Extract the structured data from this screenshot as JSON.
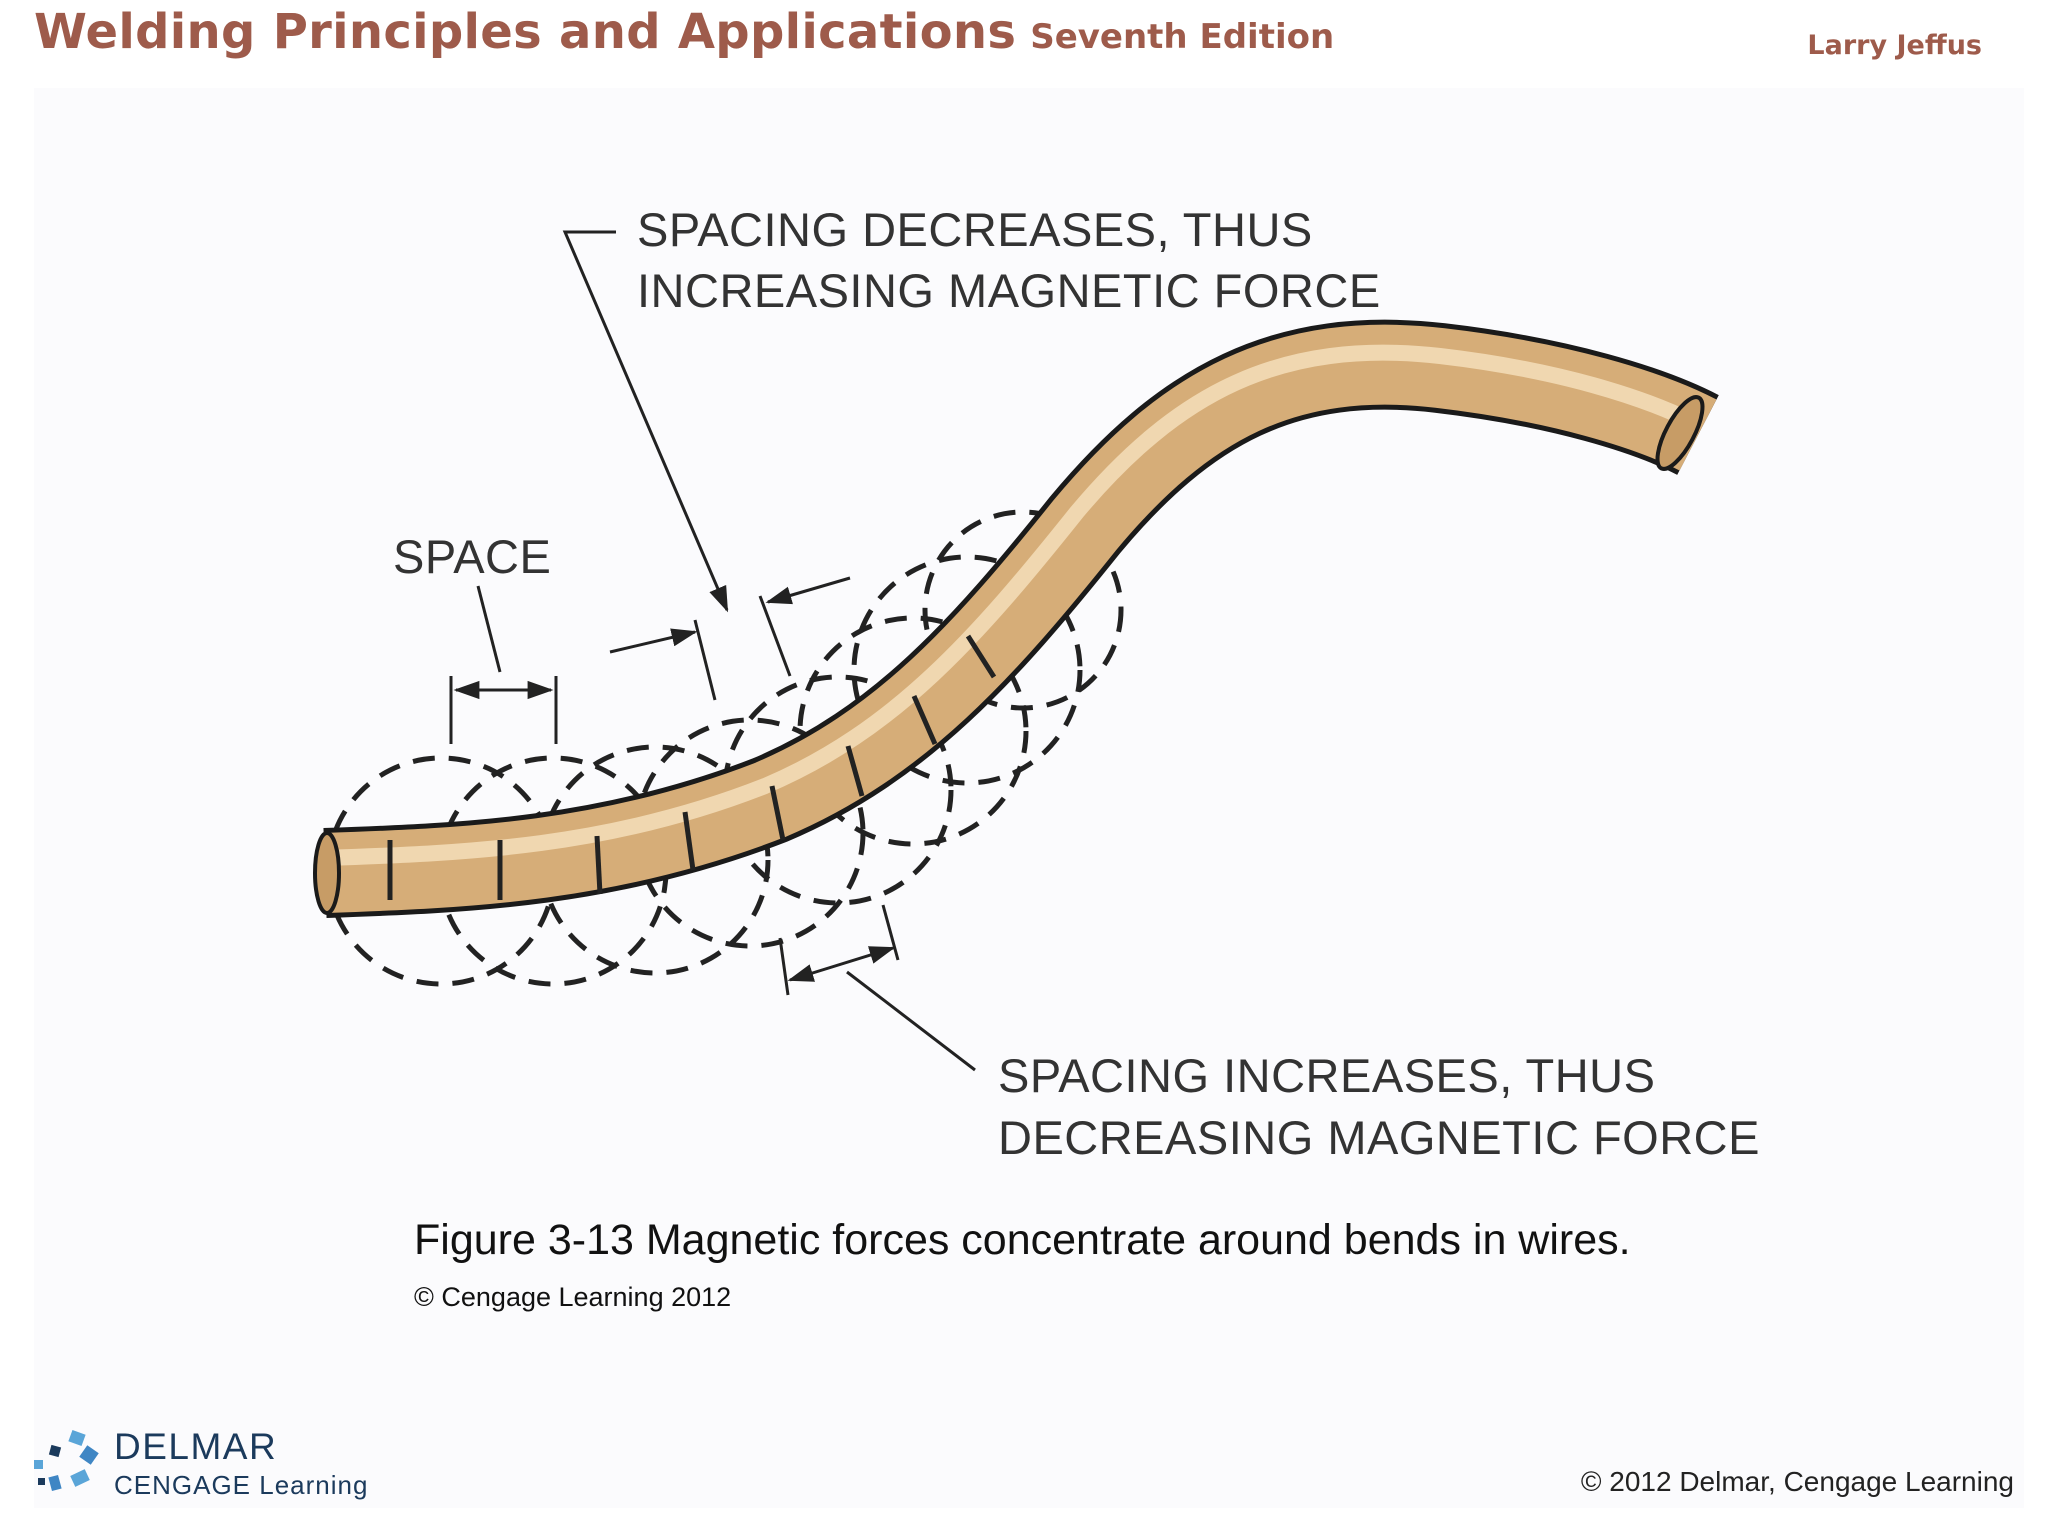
{
  "header": {
    "title": "Welding Principles and Applications",
    "edition": "Seventh Edition",
    "author": "Larry Jeffus"
  },
  "diagram": {
    "label_space": "SPACE",
    "label_decreases_line1": "SPACING DECREASES, THUS",
    "label_decreases_line2": "INCREASING MAGNETIC FORCE",
    "label_increases_line1": "SPACING INCREASES, THUS",
    "label_increases_line2": "DECREASING MAGNETIC FORCE",
    "wire_color": "#d8b27e",
    "field_line_color": "#222222"
  },
  "caption": {
    "text": "Figure 3-13 Magnetic forces concentrate around bends in wires.",
    "credit": "© Cengage Learning 2012"
  },
  "footer": {
    "logo_line1": "DELMAR",
    "logo_line2": "CENGAGE Learning",
    "copyright": "© 2012 Delmar, Cengage Learning"
  }
}
